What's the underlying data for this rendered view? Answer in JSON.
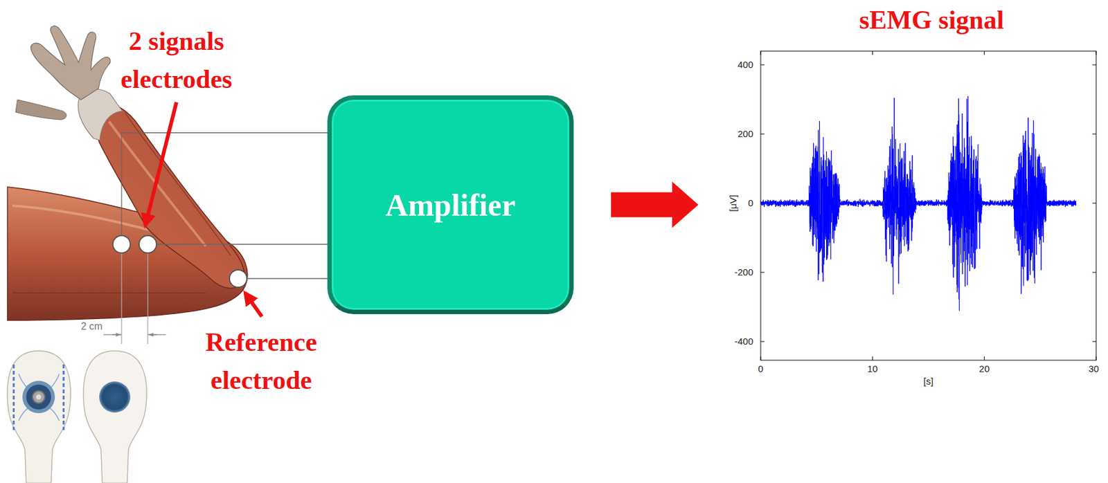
{
  "diagram": {
    "nodes": [
      {
        "text": [
          "Amplifier"
        ]
      },
      {
        "text": [
          "sEMG signal"
        ]
      }
    ],
    "edges": [
      {
        "from": 0,
        "to": 1,
        "arrow": "to"
      }
    ],
    "labels": [
      "2 signals electrodes",
      "Reference electrode",
      "2 cm",
      "400",
      "200",
      "0",
      "-200",
      "-400",
      "[μV]",
      "0",
      "10",
      "20",
      "30",
      "[s]"
    ]
  }
}
